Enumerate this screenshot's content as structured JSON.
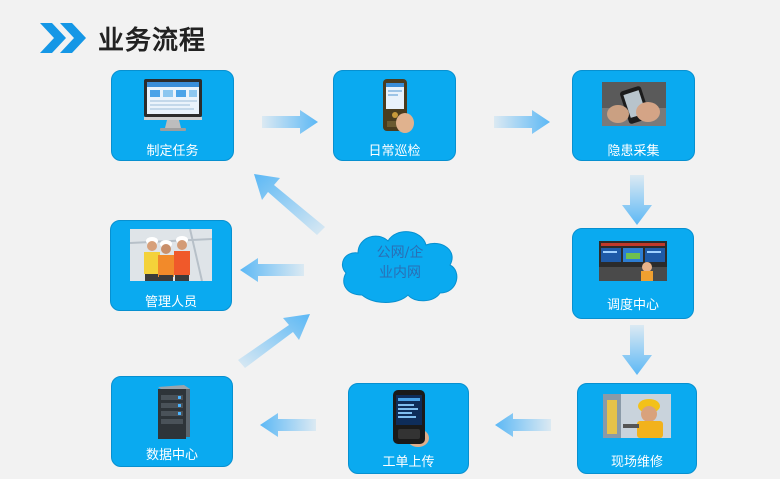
{
  "page": {
    "title": "业务流程"
  },
  "nodes": [
    {
      "id": "task",
      "label": "制定任务",
      "icon": "computer-icon"
    },
    {
      "id": "patrol",
      "label": "日常巡检",
      "icon": "handheld-device-icon"
    },
    {
      "id": "collect",
      "label": "隐患采集",
      "icon": "phone-in-hand-icon"
    },
    {
      "id": "dispatch",
      "label": "调度中心",
      "icon": "control-room-icon"
    },
    {
      "id": "repair",
      "label": "现场维修",
      "icon": "worker-icon"
    },
    {
      "id": "workorder",
      "label": "工单上传",
      "icon": "handheld-terminal-icon"
    },
    {
      "id": "datacenter",
      "label": "数据中心",
      "icon": "server-icon"
    },
    {
      "id": "managers",
      "label": "管理人员",
      "icon": "managers-photo-icon"
    }
  ],
  "network": {
    "line1": "公网/企",
    "line2": "业内网"
  },
  "colors": {
    "box": "#0aaaf0",
    "arrow": "#5cb8f5",
    "title": "#222222",
    "chevron": "#1597e6",
    "cloud": "#0aaaf0",
    "cloud_text": "#2a6fb5"
  }
}
